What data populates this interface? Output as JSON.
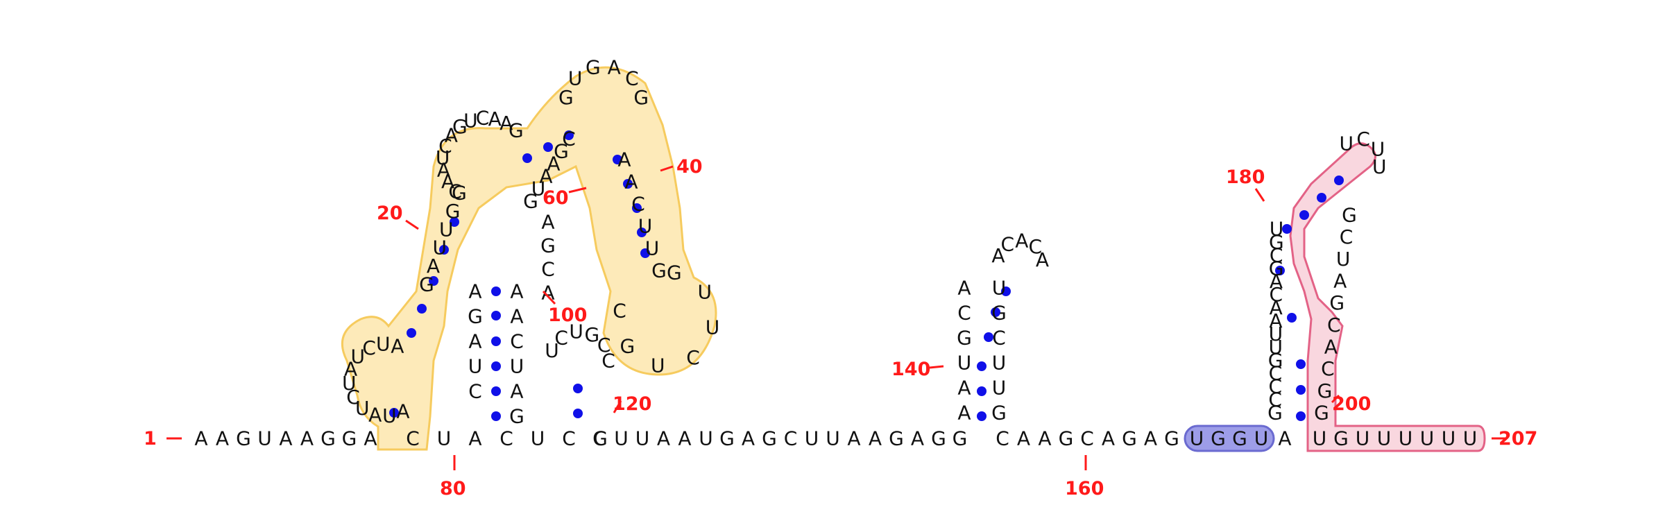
{
  "colors": {
    "nucleotide": "#111111",
    "pair_dot": "#1010e8",
    "number": "#ff1a1a",
    "yellow_fill": "#fde7ad",
    "yellow_stroke": "#f5c242",
    "blue_fill": "#9d9de8",
    "blue_stroke": "#6a6ad0",
    "pink_fill": "#f9d3dc",
    "pink_stroke": "#e0527a"
  },
  "numbers": [
    "1",
    "20",
    "40",
    "60",
    "80",
    "100",
    "120",
    "140",
    "160",
    "180",
    "200",
    "207"
  ],
  "backbone": {
    "left_sequence": [
      "A",
      "A",
      "G",
      "U",
      "A",
      "A",
      "G",
      "G",
      "A"
    ],
    "middle_sequence": [
      "G",
      "U",
      "U",
      "A",
      "A",
      "U",
      "G",
      "A",
      "G",
      "C",
      "U",
      "U",
      "A",
      "A",
      "G",
      "A",
      "G",
      "G"
    ],
    "right_sequence": [
      "C",
      "A",
      "A",
      "G",
      "C",
      "A",
      "G",
      "A",
      "G"
    ],
    "blue_highlight": [
      "U",
      "G",
      "G",
      "U"
    ],
    "pink_tail": [
      "U",
      "G",
      "U",
      "U",
      "U",
      "U",
      "U",
      "U"
    ]
  },
  "structure_1": {
    "row_bottom": [
      "C",
      "U",
      "A",
      "C",
      "U",
      "C",
      "C"
    ],
    "col_a": [
      "A",
      "G",
      "A",
      "U",
      "C"
    ],
    "col_b": [
      "A",
      "A",
      "C",
      "U",
      "A",
      "G"
    ],
    "outer_loop": [
      "A",
      "U",
      "A",
      "U",
      "C",
      "U",
      "A",
      "U",
      "C",
      "U",
      "A"
    ],
    "upper_strand": [
      "G",
      "A",
      "U",
      "U",
      "G",
      "G"
    ],
    "top_loop": [
      "C",
      "A",
      "A",
      "U",
      "C",
      "A",
      "G",
      "U",
      "C",
      "A",
      "A",
      "G"
    ],
    "right_arm": [
      "A",
      "A",
      "C",
      "U",
      "U",
      "G"
    ],
    "right_loop": [
      "G",
      "U",
      "U",
      "C",
      "U",
      "G",
      "C"
    ],
    "inner_arm": [
      "G",
      "U",
      "A",
      "A",
      "G",
      "C"
    ],
    "inner_loop": [
      "G",
      "U",
      "G",
      "A",
      "C",
      "G"
    ],
    "stem_down": [
      "A",
      "G",
      "C",
      "A"
    ],
    "small_loop": [
      "U",
      "C",
      "U",
      "G",
      "C",
      "C"
    ]
  },
  "structure_2": {
    "left_stem": [
      "A",
      "A",
      "U",
      "G",
      "C",
      "A"
    ],
    "right_stem": [
      "G",
      "U",
      "U",
      "C",
      "G",
      "U"
    ],
    "loop": [
      "A",
      "C",
      "A",
      "C",
      "A"
    ]
  },
  "structure_3": {
    "left_stem": [
      "G",
      "C",
      "C",
      "C",
      "G",
      "U",
      "U",
      "A",
      "A",
      "C",
      "A",
      "G",
      "C",
      "G",
      "U"
    ],
    "right_stem": [
      "G",
      "G",
      "C",
      "A",
      "C",
      "G",
      "A",
      "U",
      "C",
      "G"
    ],
    "loop": [
      "U",
      "C",
      "U",
      "U"
    ]
  }
}
